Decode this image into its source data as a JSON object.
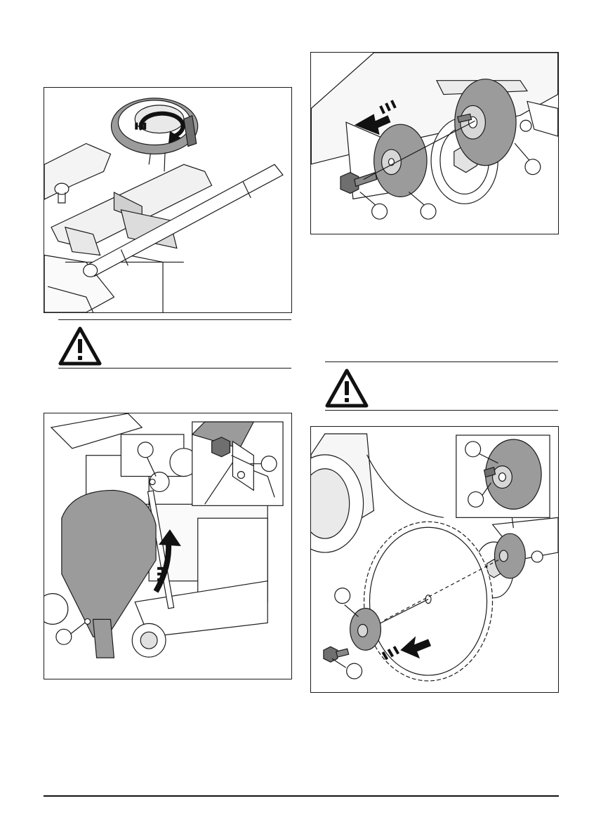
{
  "page": {
    "figures": [
      {
        "id": "fig1",
        "subject": "handwheel-turning"
      },
      {
        "id": "fig2",
        "subject": "blade-flange-removal",
        "callouts": [
          "",
          "",
          ""
        ]
      },
      {
        "id": "fig3",
        "subject": "blade-guard-raise",
        "callouts": [
          "",
          "",
          ""
        ]
      },
      {
        "id": "fig4",
        "subject": "blade-install",
        "callouts": [
          "",
          "",
          "",
          ""
        ]
      }
    ],
    "warnings": [
      {
        "icon": "warning-triangle-icon",
        "text": ""
      },
      {
        "icon": "warning-triangle-icon",
        "text": ""
      }
    ]
  },
  "colors": {
    "line": "#1a1a1a",
    "fill_grey": "#9b9b9b",
    "light_grey": "#d7d7d7"
  }
}
